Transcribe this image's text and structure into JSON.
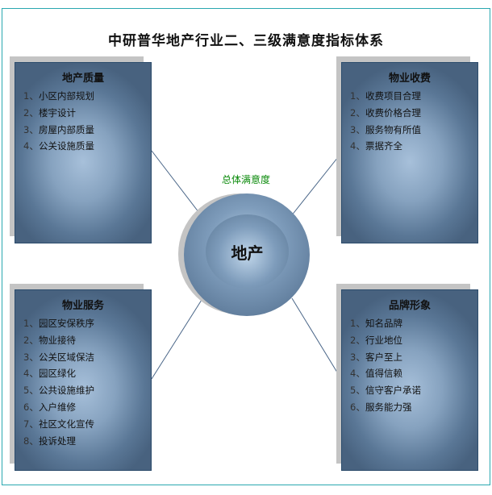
{
  "title": "中研普华地产行业二、三级满意度指标体系",
  "center": {
    "label": "总体满意度",
    "core": "地产"
  },
  "boxes": [
    {
      "title": "地产质量",
      "items": [
        "小区内部规划",
        "楼宇设计",
        "房屋内部质量",
        "公关设施质量"
      ]
    },
    {
      "title": "物业收费",
      "items": [
        "收费项目合理",
        "收费价格合理",
        "服务物有所值",
        "票据齐全"
      ]
    },
    {
      "title": "物业服务",
      "items": [
        "园区安保秩序",
        "物业接待",
        "公关区域保洁",
        "园区绿化",
        "公共设施维护",
        "入户维修",
        "社区文化宣传",
        "投诉处理"
      ]
    },
    {
      "title": "品牌形象",
      "items": [
        "知名品牌",
        "行业地位",
        "客户至上",
        "值得信赖",
        "信守客户承诺",
        "服务能力强"
      ]
    }
  ],
  "numbers": [
    "1、",
    "2、",
    "3、",
    "4、",
    "5、",
    "6、",
    "7、",
    "8、"
  ]
}
